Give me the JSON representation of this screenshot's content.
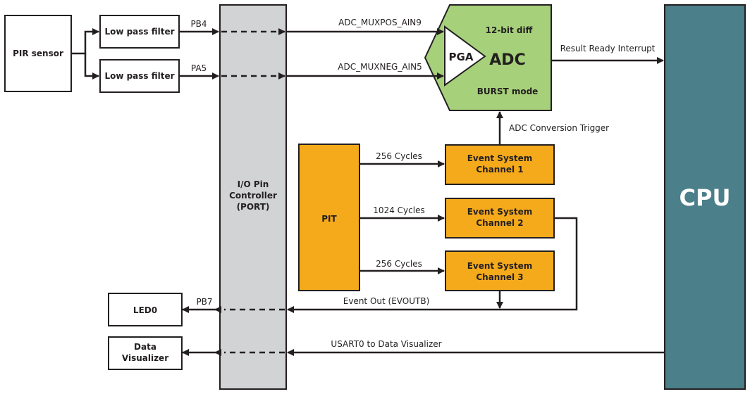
{
  "colors": {
    "port": "#d1d3d4",
    "adc": "#a6d17a",
    "event": "#f5aa1c",
    "cpu": "#4b7f89",
    "stroke": "#231f20",
    "white": "#ffffff"
  },
  "blocks": {
    "pir": "PIR sensor",
    "lpf1": "Low pass filter",
    "lpf2": "Low pass filter",
    "port": [
      "I/O Pin",
      "Controller",
      "(PORT)"
    ],
    "adc_title": "12-bit diff",
    "adc_main": "ADC",
    "adc_mode": "BURST mode",
    "pga": "PGA",
    "pit": "PIT",
    "ev1": [
      "Event System",
      "Channel 1"
    ],
    "ev2": [
      "Event System",
      "Channel 2"
    ],
    "ev3": [
      "Event System",
      "Channel 3"
    ],
    "cpu": "CPU",
    "led": "LED0",
    "dv": [
      "Data",
      "Visualizer"
    ]
  },
  "labels": {
    "pb4": "PB4",
    "pa5": "PA5",
    "muxpos": "ADC_MUXPOS_AIN9",
    "muxneg": "ADC_MUXNEG_AIN5",
    "result": "Result Ready Interrupt",
    "trigger": "ADC Conversion Trigger",
    "cyc1": "256 Cycles",
    "cyc2": "1024 Cycles",
    "cyc3": "256 Cycles",
    "evout": "Event Out (EVOUTB)",
    "pb7": "PB7",
    "usart": "USART0 to Data Visualizer"
  }
}
